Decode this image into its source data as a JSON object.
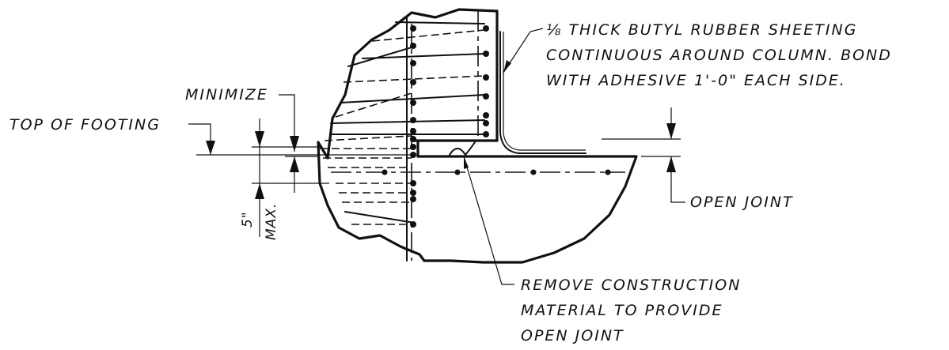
{
  "labels": {
    "sheeting_line1": "⅛ THICK BUTYL RUBBER SHEETING",
    "sheeting_line2": "CONTINUOUS AROUND COLUMN. BOND",
    "sheeting_line3": "WITH ADHESIVE 1'-0\" EACH SIDE.",
    "minimize": "MINIMIZE",
    "top_of_footing": "TOP OF FOOTING",
    "open_joint": "OPEN JOINT",
    "remove_line1": "REMOVE CONSTRUCTION",
    "remove_line2": "MATERIAL TO PROVIDE",
    "remove_line3": "OPEN JOINT",
    "dim_value": "5\"",
    "dim_suffix": "MAX."
  },
  "colors": {
    "ink": "#111111",
    "background": "#ffffff"
  }
}
